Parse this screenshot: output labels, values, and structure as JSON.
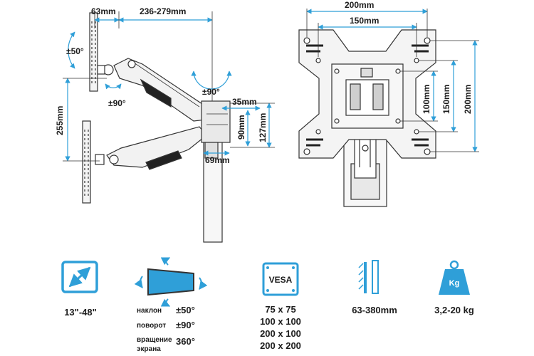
{
  "colors": {
    "accent": "#2f9fd8",
    "line": "#333333",
    "text": "#1c1c1c"
  },
  "side_view": {
    "dims": {
      "offset": "63mm",
      "reach": "236-279mm",
      "tilt": "±50°",
      "rotate_head": "±90°",
      "swivel": "±90°",
      "height_total": "255mm",
      "clamp_depth": "35mm",
      "clamp_h1": "90mm",
      "clamp_h2": "127mm",
      "clamp_w": "69mm"
    }
  },
  "front_view": {
    "dims": {
      "outer_w": "200mm",
      "inner_w": "150mm",
      "h100": "100mm",
      "h150": "150mm",
      "h200": "200mm"
    }
  },
  "features": {
    "screen_size": {
      "icon": "diagonal-arrow-icon",
      "value": "13\"-48\""
    },
    "motion": {
      "icon": "screen-motion-icon",
      "rows": [
        {
          "label": "наклон",
          "value": "±50°"
        },
        {
          "label": "поворот",
          "value": "±90°"
        },
        {
          "label_1": "вращение",
          "label_2": "экрана",
          "value": "360°"
        }
      ]
    },
    "vesa": {
      "icon_text": "VESA",
      "values": [
        "75 x 75",
        "100 x 100",
        "200 x 100",
        "200 x 200"
      ]
    },
    "thickness": {
      "icon": "wall-thickness-icon",
      "value": "63-380mm"
    },
    "load": {
      "icon_text": "Kg",
      "value": "3,2-20 kg"
    }
  }
}
